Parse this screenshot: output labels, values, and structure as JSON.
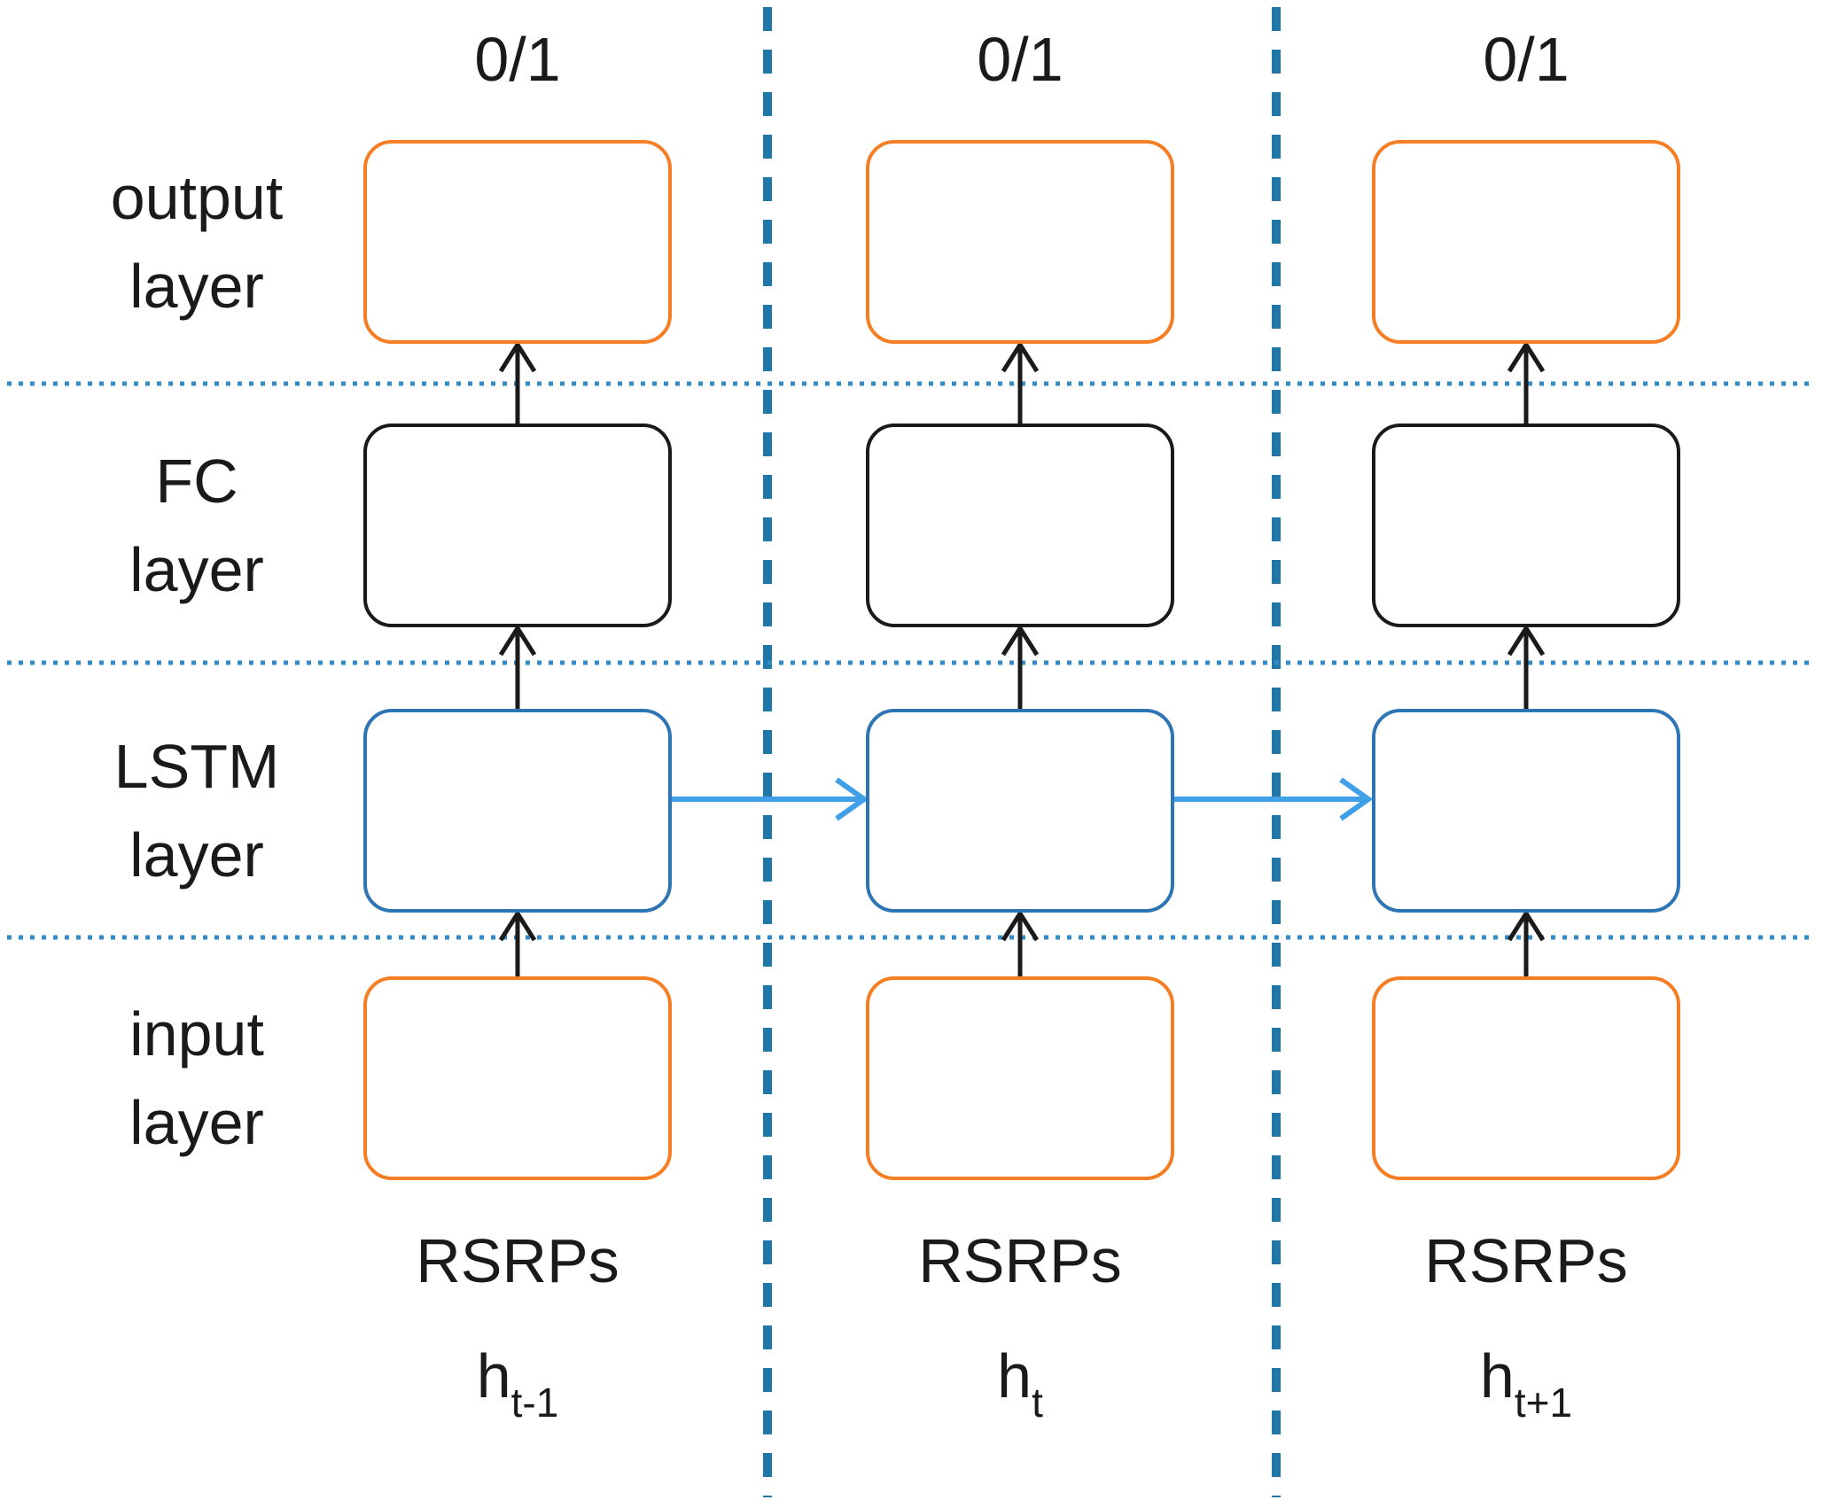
{
  "diagram": {
    "row_labels": [
      {
        "line1": "output",
        "line2": "layer"
      },
      {
        "line1": "FC",
        "line2": "layer"
      },
      {
        "line1": "LSTM",
        "line2": "layer"
      },
      {
        "line1": "input",
        "line2": "layer"
      }
    ],
    "columns": [
      {
        "top_label": "0/1",
        "input_label": "RSRPs",
        "hidden_state": {
          "base": "h",
          "sub": "t-1"
        }
      },
      {
        "top_label": "0/1",
        "input_label": "RSRPs",
        "hidden_state": {
          "base": "h",
          "sub": "t"
        }
      },
      {
        "top_label": "0/1",
        "input_label": "RSRPs",
        "hidden_state": {
          "base": "h",
          "sub": "t+1"
        }
      }
    ],
    "colors": {
      "orange": "#F57E25",
      "box_blue": "#2E75B6",
      "arrow_blue": "#3FA0E8",
      "dashed_blue": "#1F78A8",
      "dotted_blue": "#338CC7",
      "black": "#1a1a1a"
    }
  }
}
